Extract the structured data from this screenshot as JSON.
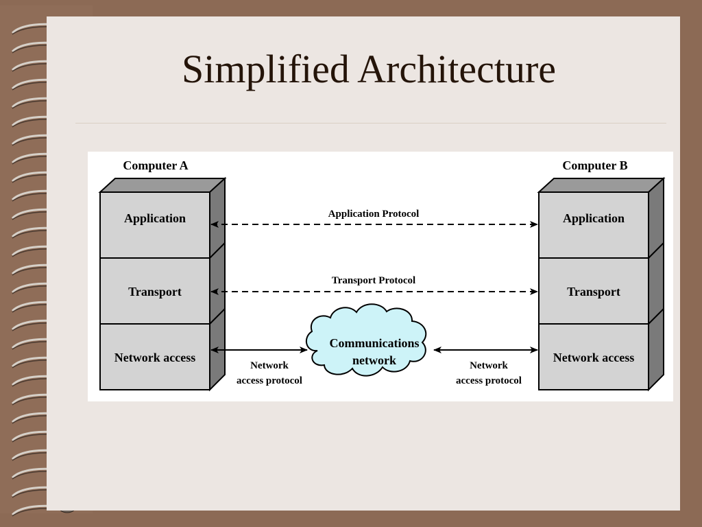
{
  "slide": {
    "title": "Simplified Architecture"
  },
  "diagram": {
    "computer_a": {
      "label": "Computer A",
      "layers": [
        "Application",
        "Transport",
        "Network access"
      ]
    },
    "computer_b": {
      "label": "Computer B",
      "layers": [
        "Application",
        "Transport",
        "Network access"
      ]
    },
    "protocols": {
      "application": "Application Protocol",
      "transport": "Transport Protocol",
      "network_access_left": [
        "Network",
        "access protocol"
      ],
      "network_access_right": [
        "Network",
        "access protocol"
      ]
    },
    "cloud": {
      "label_lines": [
        "Communications",
        "network"
      ],
      "fill_color": "#cdf3f8"
    },
    "colors": {
      "layer_box": "#d3d3d3",
      "layer_side": "#7a7a7a",
      "background": "#ece6e2",
      "frame": "#8c6a55"
    }
  }
}
